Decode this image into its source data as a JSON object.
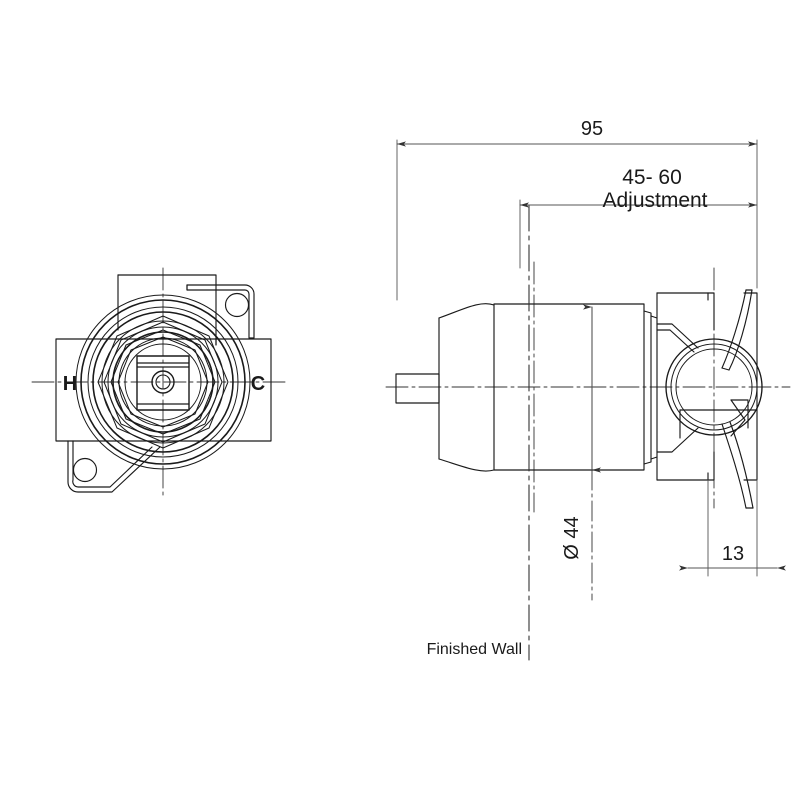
{
  "drawing": {
    "title": "Wall Mixer Valve Body Technical Drawing",
    "background_color": "#ffffff",
    "line_color": "#1a1a1a",
    "dim_line_color": "#555555",
    "views": [
      {
        "name": "front-elevation-view",
        "position": "left"
      },
      {
        "name": "side-section-view",
        "position": "right"
      }
    ]
  },
  "front_view": {
    "hot_label": "H",
    "cold_label": "C"
  },
  "dimensions": {
    "overall_length": "95",
    "adjustment_range": "45- 60",
    "adjustment_caption": "Adjustment",
    "diameter": "Ø 44",
    "plate_depth": "13"
  },
  "annotations": {
    "finished_wall": "Finished Wall"
  }
}
